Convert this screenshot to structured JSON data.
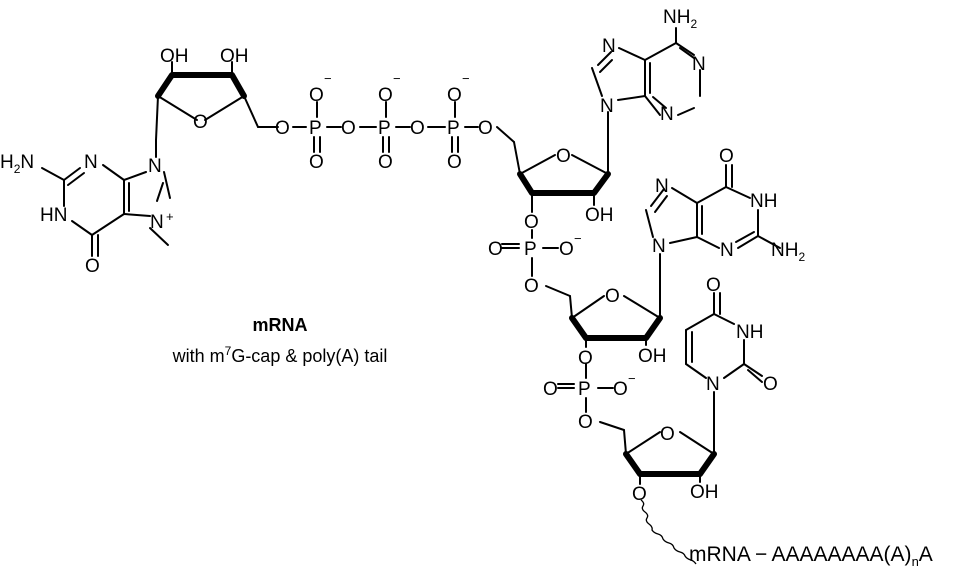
{
  "diagram": {
    "title": "mRNA",
    "subtitle_pre": "with m",
    "subtitle_sup": "7",
    "subtitle_post": "G-cap & poly(A) tail",
    "chain": {
      "prefix": "mRNA − AAAAAAAA(A)",
      "subscript": "n",
      "suffix": "A"
    },
    "atom_labels": {
      "O": "O",
      "OH": "OH",
      "P": "P",
      "N": "N",
      "NH": "NH",
      "HN": "HN",
      "H2N_base": "H",
      "H2N_sub": "2",
      "H2N_tail": "N",
      "NH2_head": "NH",
      "NH2_sub": "2",
      "minus": "−",
      "plus": "+"
    }
  }
}
